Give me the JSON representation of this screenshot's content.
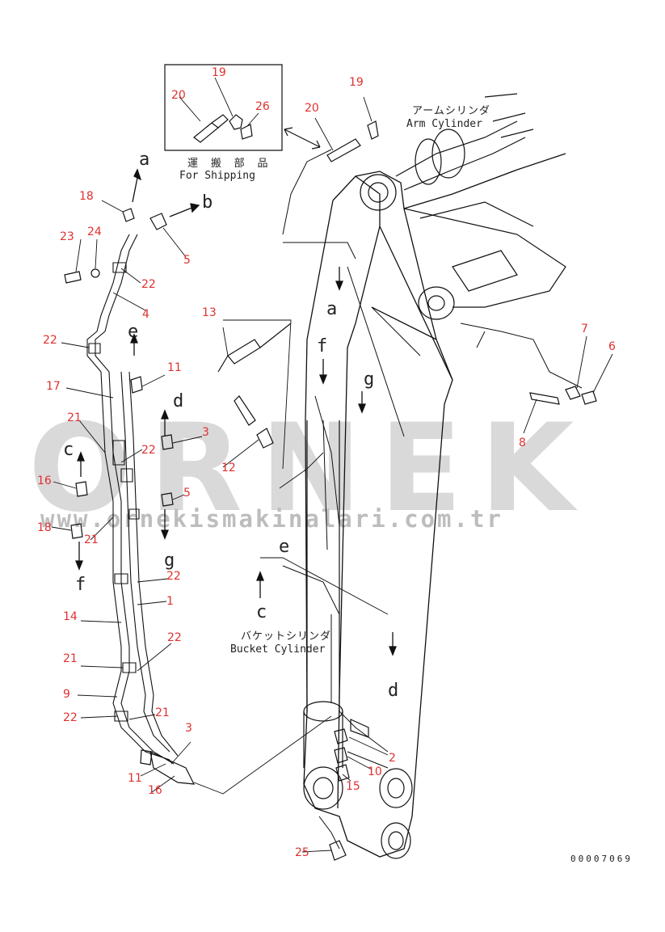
{
  "watermark": {
    "brand": "ORNEK",
    "url": "www.ornekismakinalari.com.tr"
  },
  "inset": {
    "jp_label": "運 搬 部 品",
    "en_label": "For Shipping"
  },
  "annotations": {
    "arm_cylinder_jp": "アームシリンダ",
    "arm_cylinder_en": "Arm Cylinder",
    "bucket_cylinder_jp": "バケットシリンダ",
    "bucket_cylinder_en": "Bucket Cylinder"
  },
  "drawing_code": "00007069",
  "part_labels": {
    "p1": "1",
    "p2": "2",
    "p3a": "3",
    "p3b": "3",
    "p4": "4",
    "p5a": "5",
    "p5b": "5",
    "p6": "6",
    "p7": "7",
    "p8": "8",
    "p9": "9",
    "p10": "10",
    "p11a": "11",
    "p11b": "11",
    "p12": "12",
    "p13": "13",
    "p14": "14",
    "p15": "15",
    "p16a": "16",
    "p16b": "16",
    "p17": "17",
    "p18a": "18",
    "p18b": "18",
    "p19a": "19",
    "p19b": "19",
    "p20a": "20",
    "p20b": "20",
    "p21a": "21",
    "p21b": "21",
    "p21c": "21",
    "p21d": "21",
    "p22a": "22",
    "p22b": "22",
    "p22c": "22",
    "p22d": "22",
    "p22e": "22",
    "p22f": "22",
    "p22g": "22",
    "p23": "23",
    "p24": "24",
    "p25": "25",
    "p26": "26"
  },
  "reference_letters": {
    "a1": "a",
    "a2": "a",
    "b1": "b",
    "c1": "c",
    "c2": "c",
    "d1": "d",
    "d2": "d",
    "e1": "e",
    "e2": "e",
    "f1": "f",
    "f2": "f",
    "g1": "g",
    "g2": "g"
  }
}
